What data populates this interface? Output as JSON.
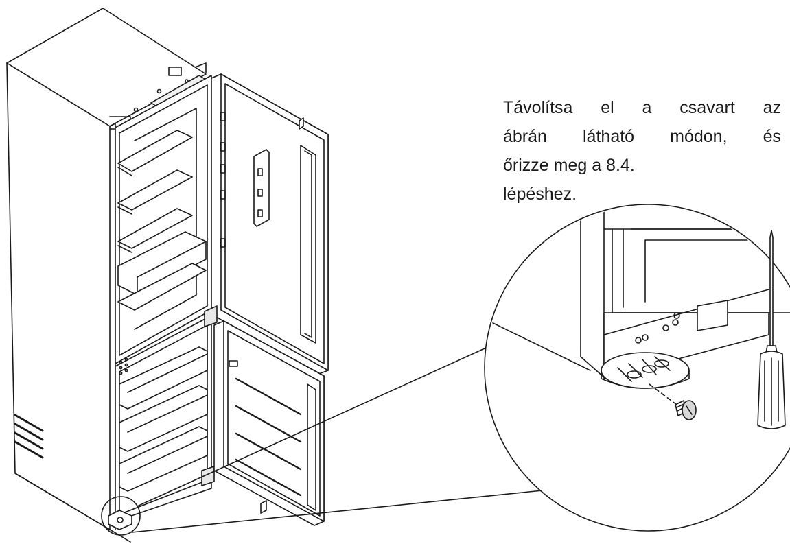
{
  "instruction": {
    "line1": "Távolítsa el a csavart az",
    "line2": "ábrán látható módon, és",
    "line3": "őrizze meg a 8.4.",
    "line4": "lépéshez."
  },
  "colors": {
    "stroke": "#1a1a1a",
    "text": "#1a1a1a",
    "shade": "#d8d8d8"
  },
  "icons": {
    "tool": "screwdriver-icon",
    "part": "screw-icon"
  }
}
